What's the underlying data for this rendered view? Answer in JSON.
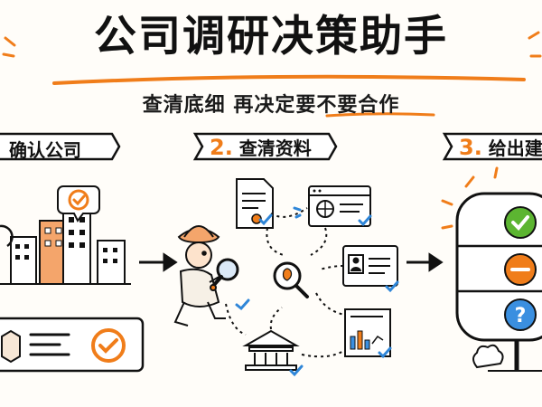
{
  "header": {
    "title": "公司调研决策助手",
    "subtitle": "查清底细 再决定要不要合作"
  },
  "steps": [
    {
      "label": "确认公司",
      "number": ""
    },
    {
      "label": "查清资料",
      "number": "2."
    },
    {
      "label": "给出建",
      "number": "3."
    }
  ],
  "colors": {
    "accent": "#f07d1a",
    "check_blue": "#2f86d8",
    "green": "#5cb531",
    "blue_badge": "#3a8fe0"
  },
  "icons": [
    "building-icon",
    "check-icon",
    "document-icon",
    "web-page-icon",
    "profile-card-icon",
    "report-chart-icon",
    "bank-icon",
    "magnifier-icon",
    "detective-icon",
    "arrow-right-icon",
    "minus-icon",
    "question-icon"
  ]
}
